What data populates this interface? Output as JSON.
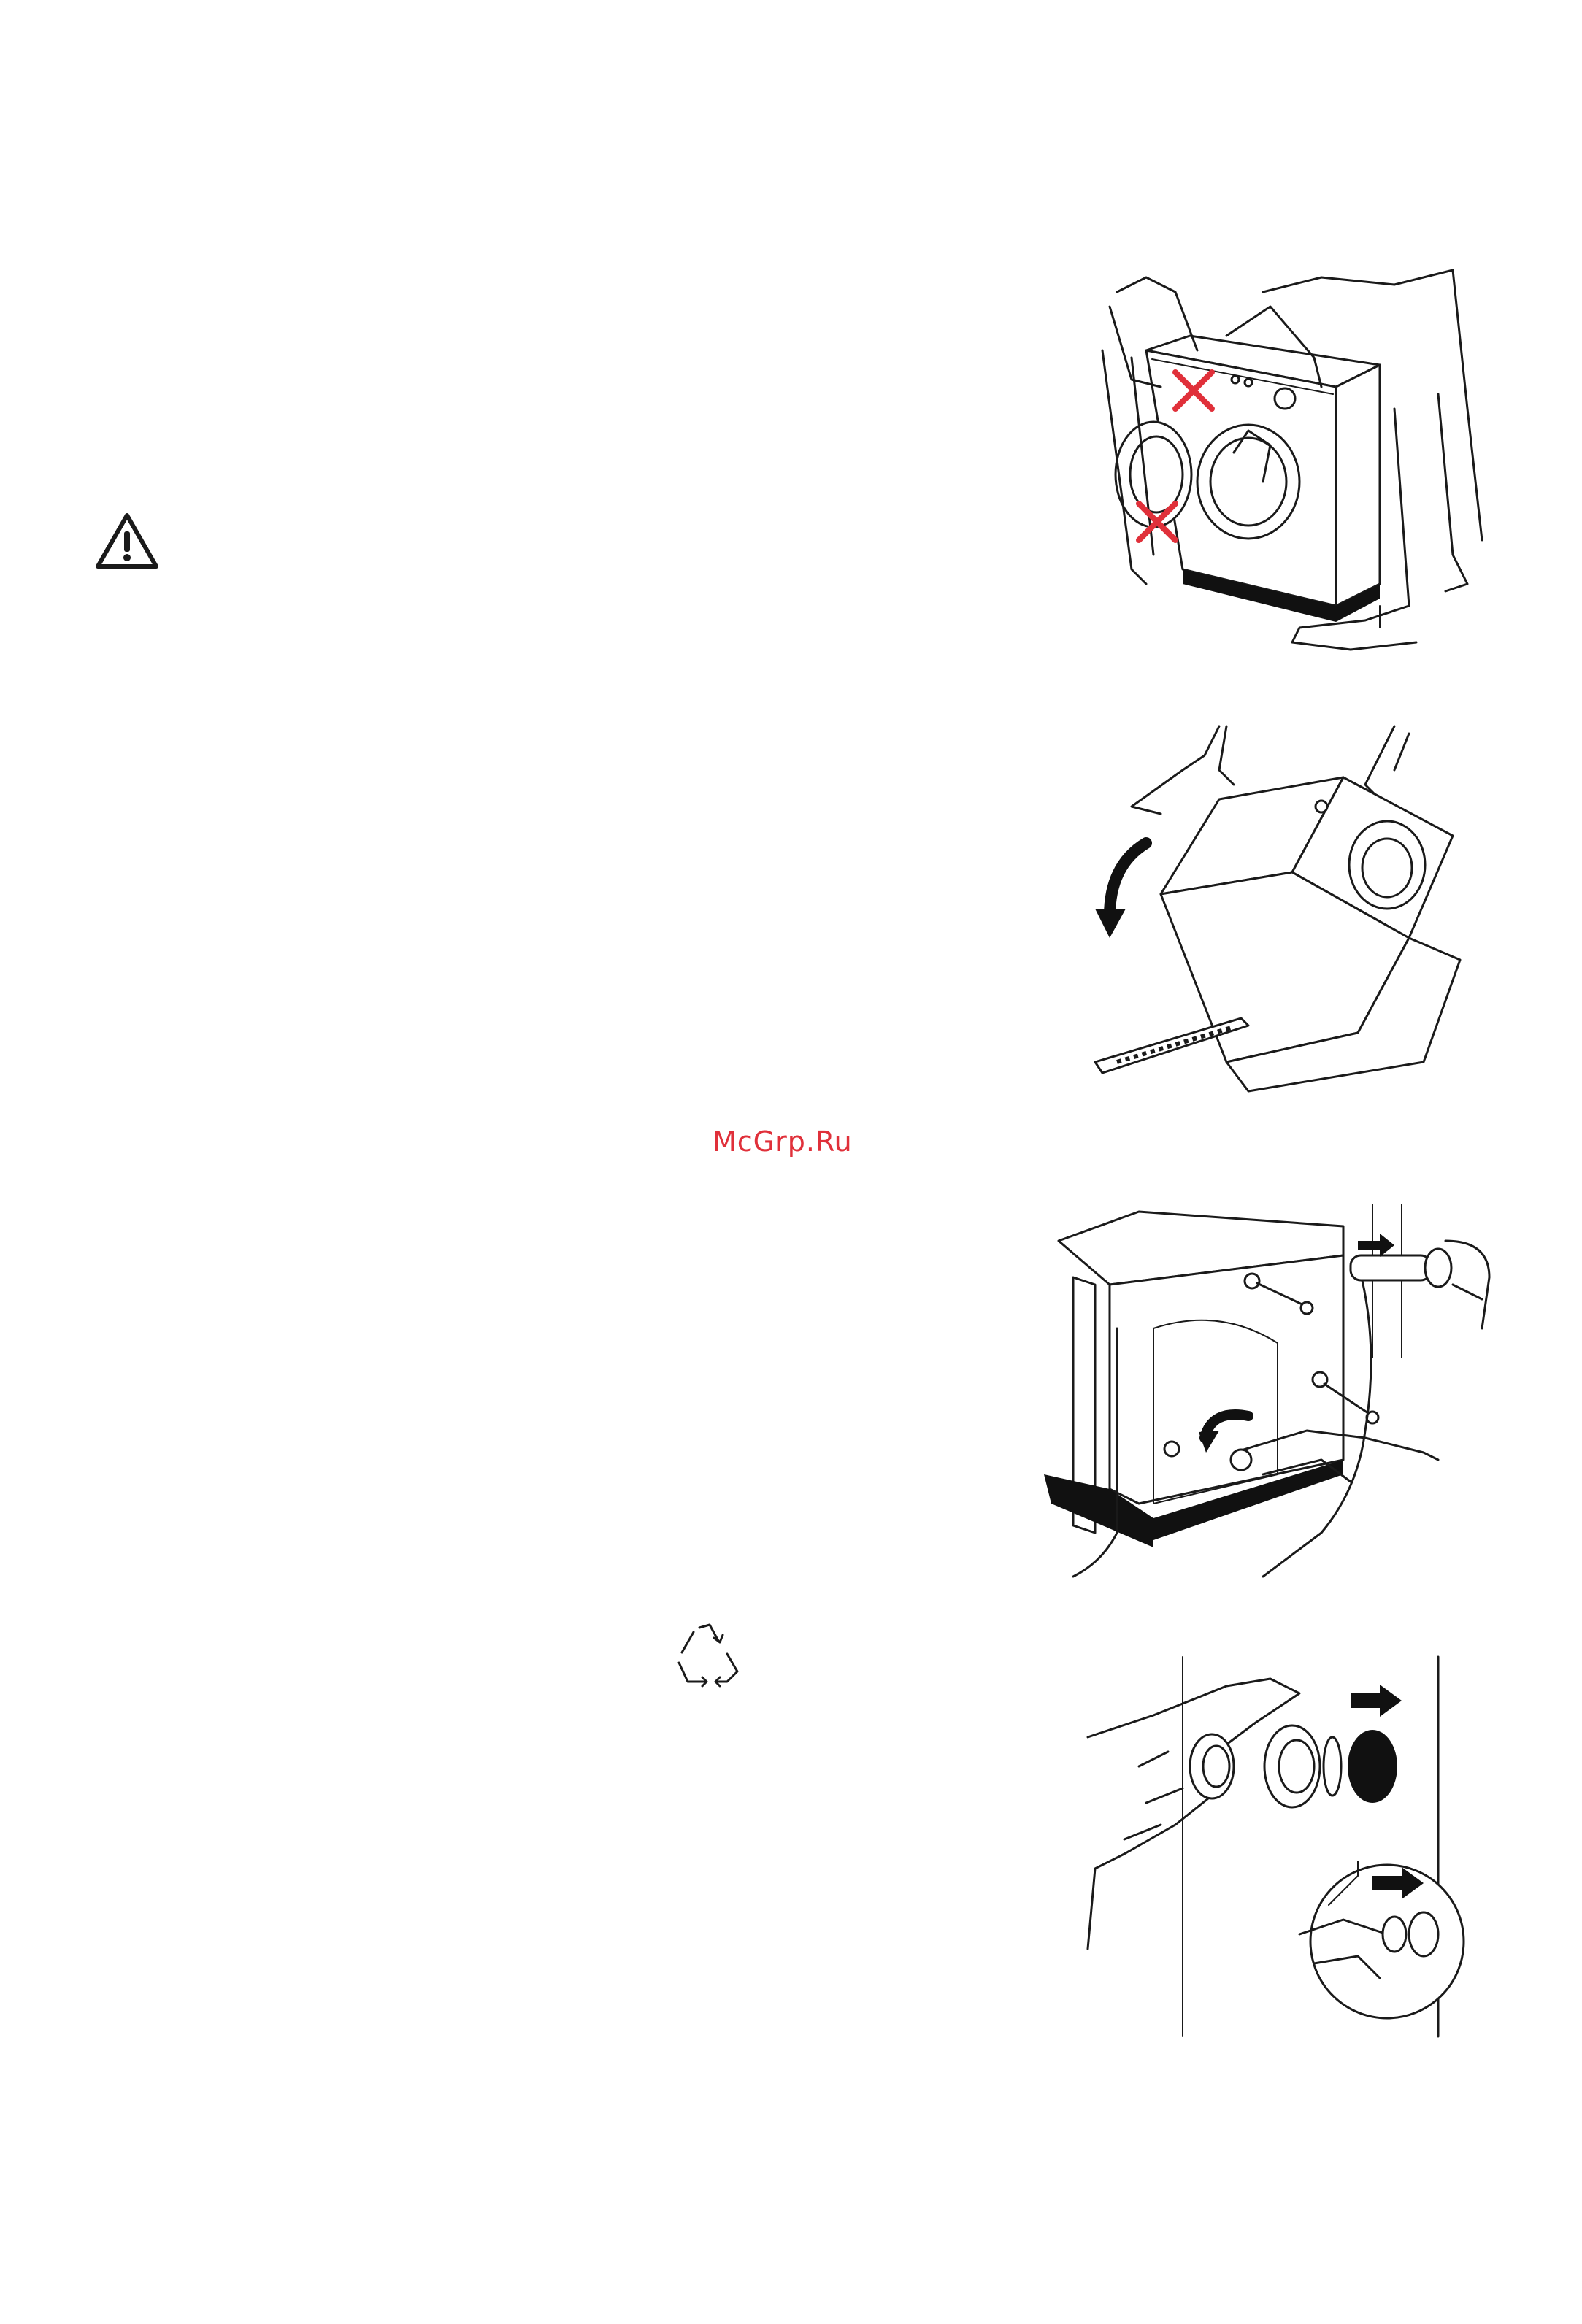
{
  "watermark": {
    "text": "McGrp.Ru",
    "color": "#e0303a"
  },
  "icons": {
    "warning": "warning-triangle-icon",
    "recycle": "recycle-icon"
  },
  "illustrations": [
    "carry-washer-illustration",
    "tilt-washer-illustration",
    "remove-transit-bolts-illustration",
    "insert-plastic-caps-illustration"
  ],
  "marks": {
    "prohibited_color": "#e0303a"
  }
}
